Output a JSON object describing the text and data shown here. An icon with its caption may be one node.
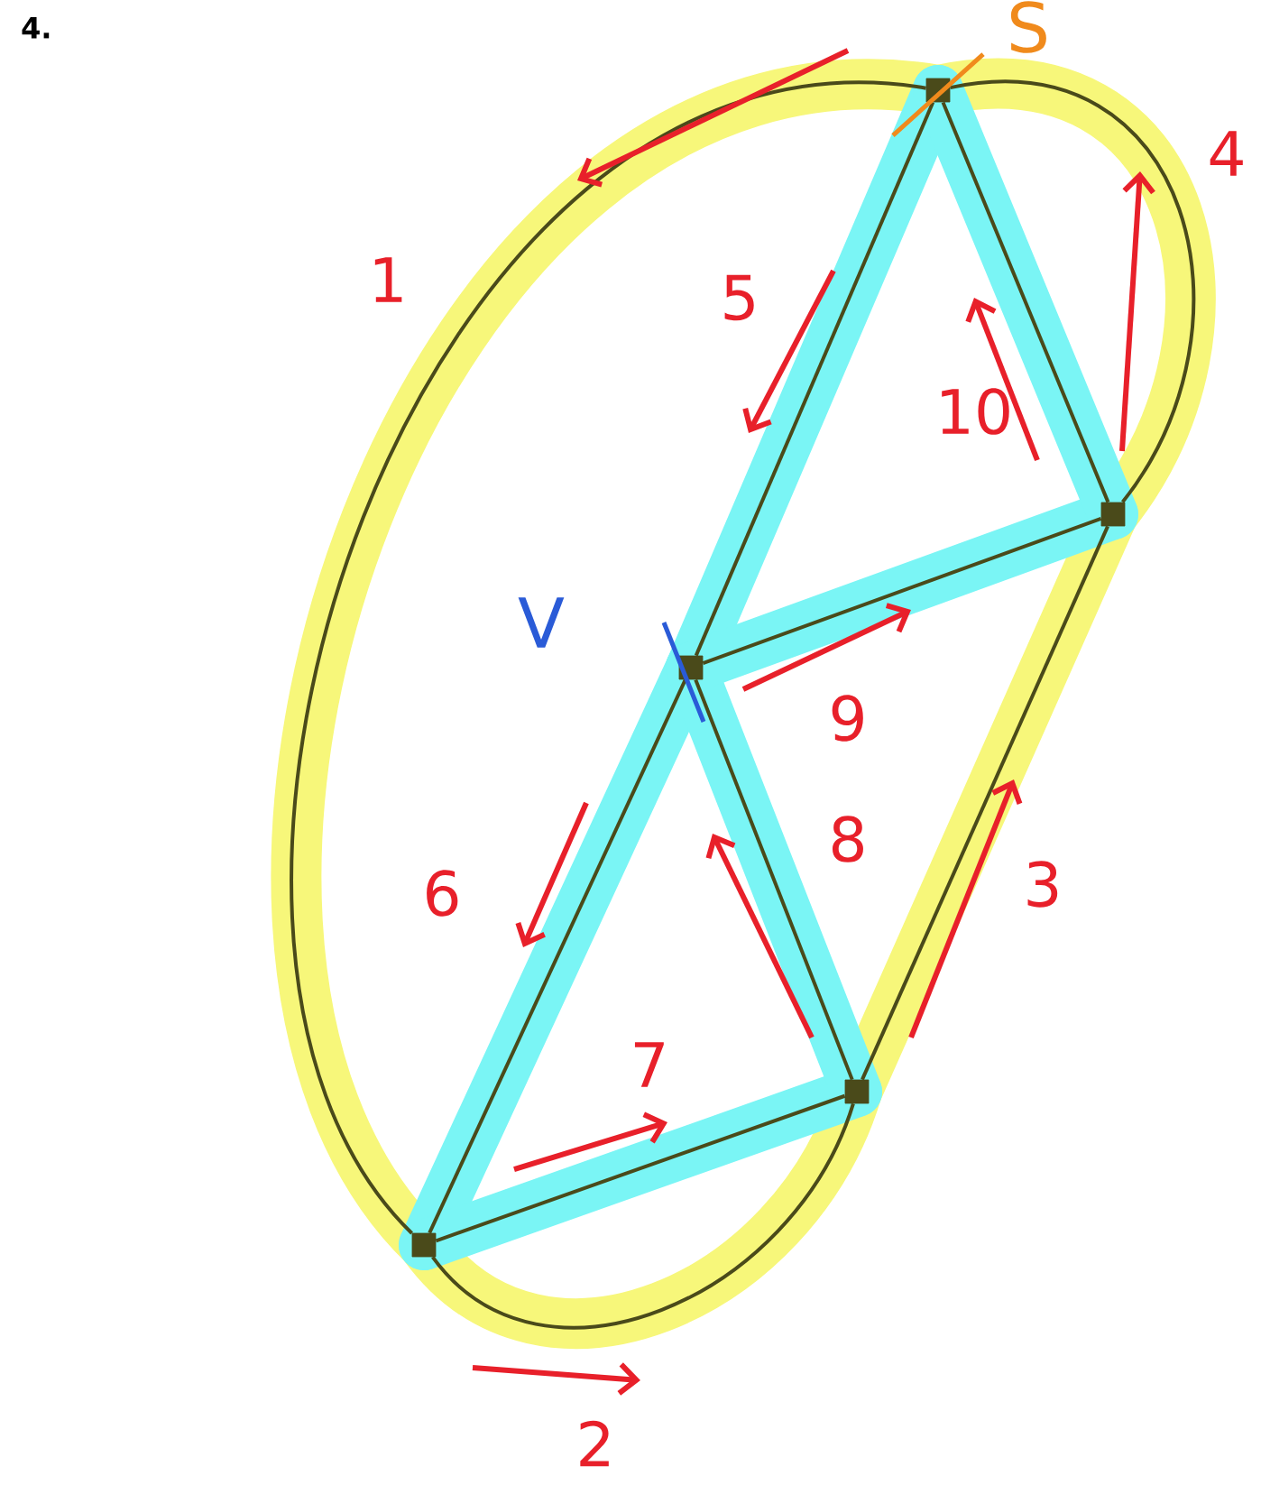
{
  "diagram": {
    "nodes": [
      {
        "text": [],
        "shape": "box",
        "beside": [
          "S"
        ]
      },
      {
        "text": [],
        "shape": "box"
      },
      {
        "text": [],
        "shape": "box",
        "beside": [
          "V"
        ]
      },
      {
        "text": [],
        "shape": "box"
      },
      {
        "text": [],
        "shape": "box"
      }
    ],
    "edges": [
      {
        "from": 0,
        "to": 4,
        "arrow": "none",
        "label": "1"
      },
      {
        "from": 4,
        "to": 3,
        "arrow": "none",
        "label": "2"
      },
      {
        "from": 3,
        "to": 1,
        "arrow": "none",
        "label": "3"
      },
      {
        "from": 1,
        "to": 0,
        "arrow": "none",
        "label": "4"
      },
      {
        "from": 0,
        "to": 2,
        "arrow": "none",
        "label": "5"
      },
      {
        "from": 2,
        "to": 4,
        "arrow": "none",
        "label": "6"
      },
      {
        "from": 4,
        "to": 3,
        "arrow": "none",
        "label": "7"
      },
      {
        "from": 3,
        "to": 2,
        "arrow": "none",
        "label": "8"
      },
      {
        "from": 2,
        "to": 1,
        "arrow": "none",
        "label": "9"
      },
      {
        "from": 1,
        "to": 0,
        "arrow": "none",
        "label": "10"
      }
    ],
    "labels": [
      "4."
    ]
  }
}
